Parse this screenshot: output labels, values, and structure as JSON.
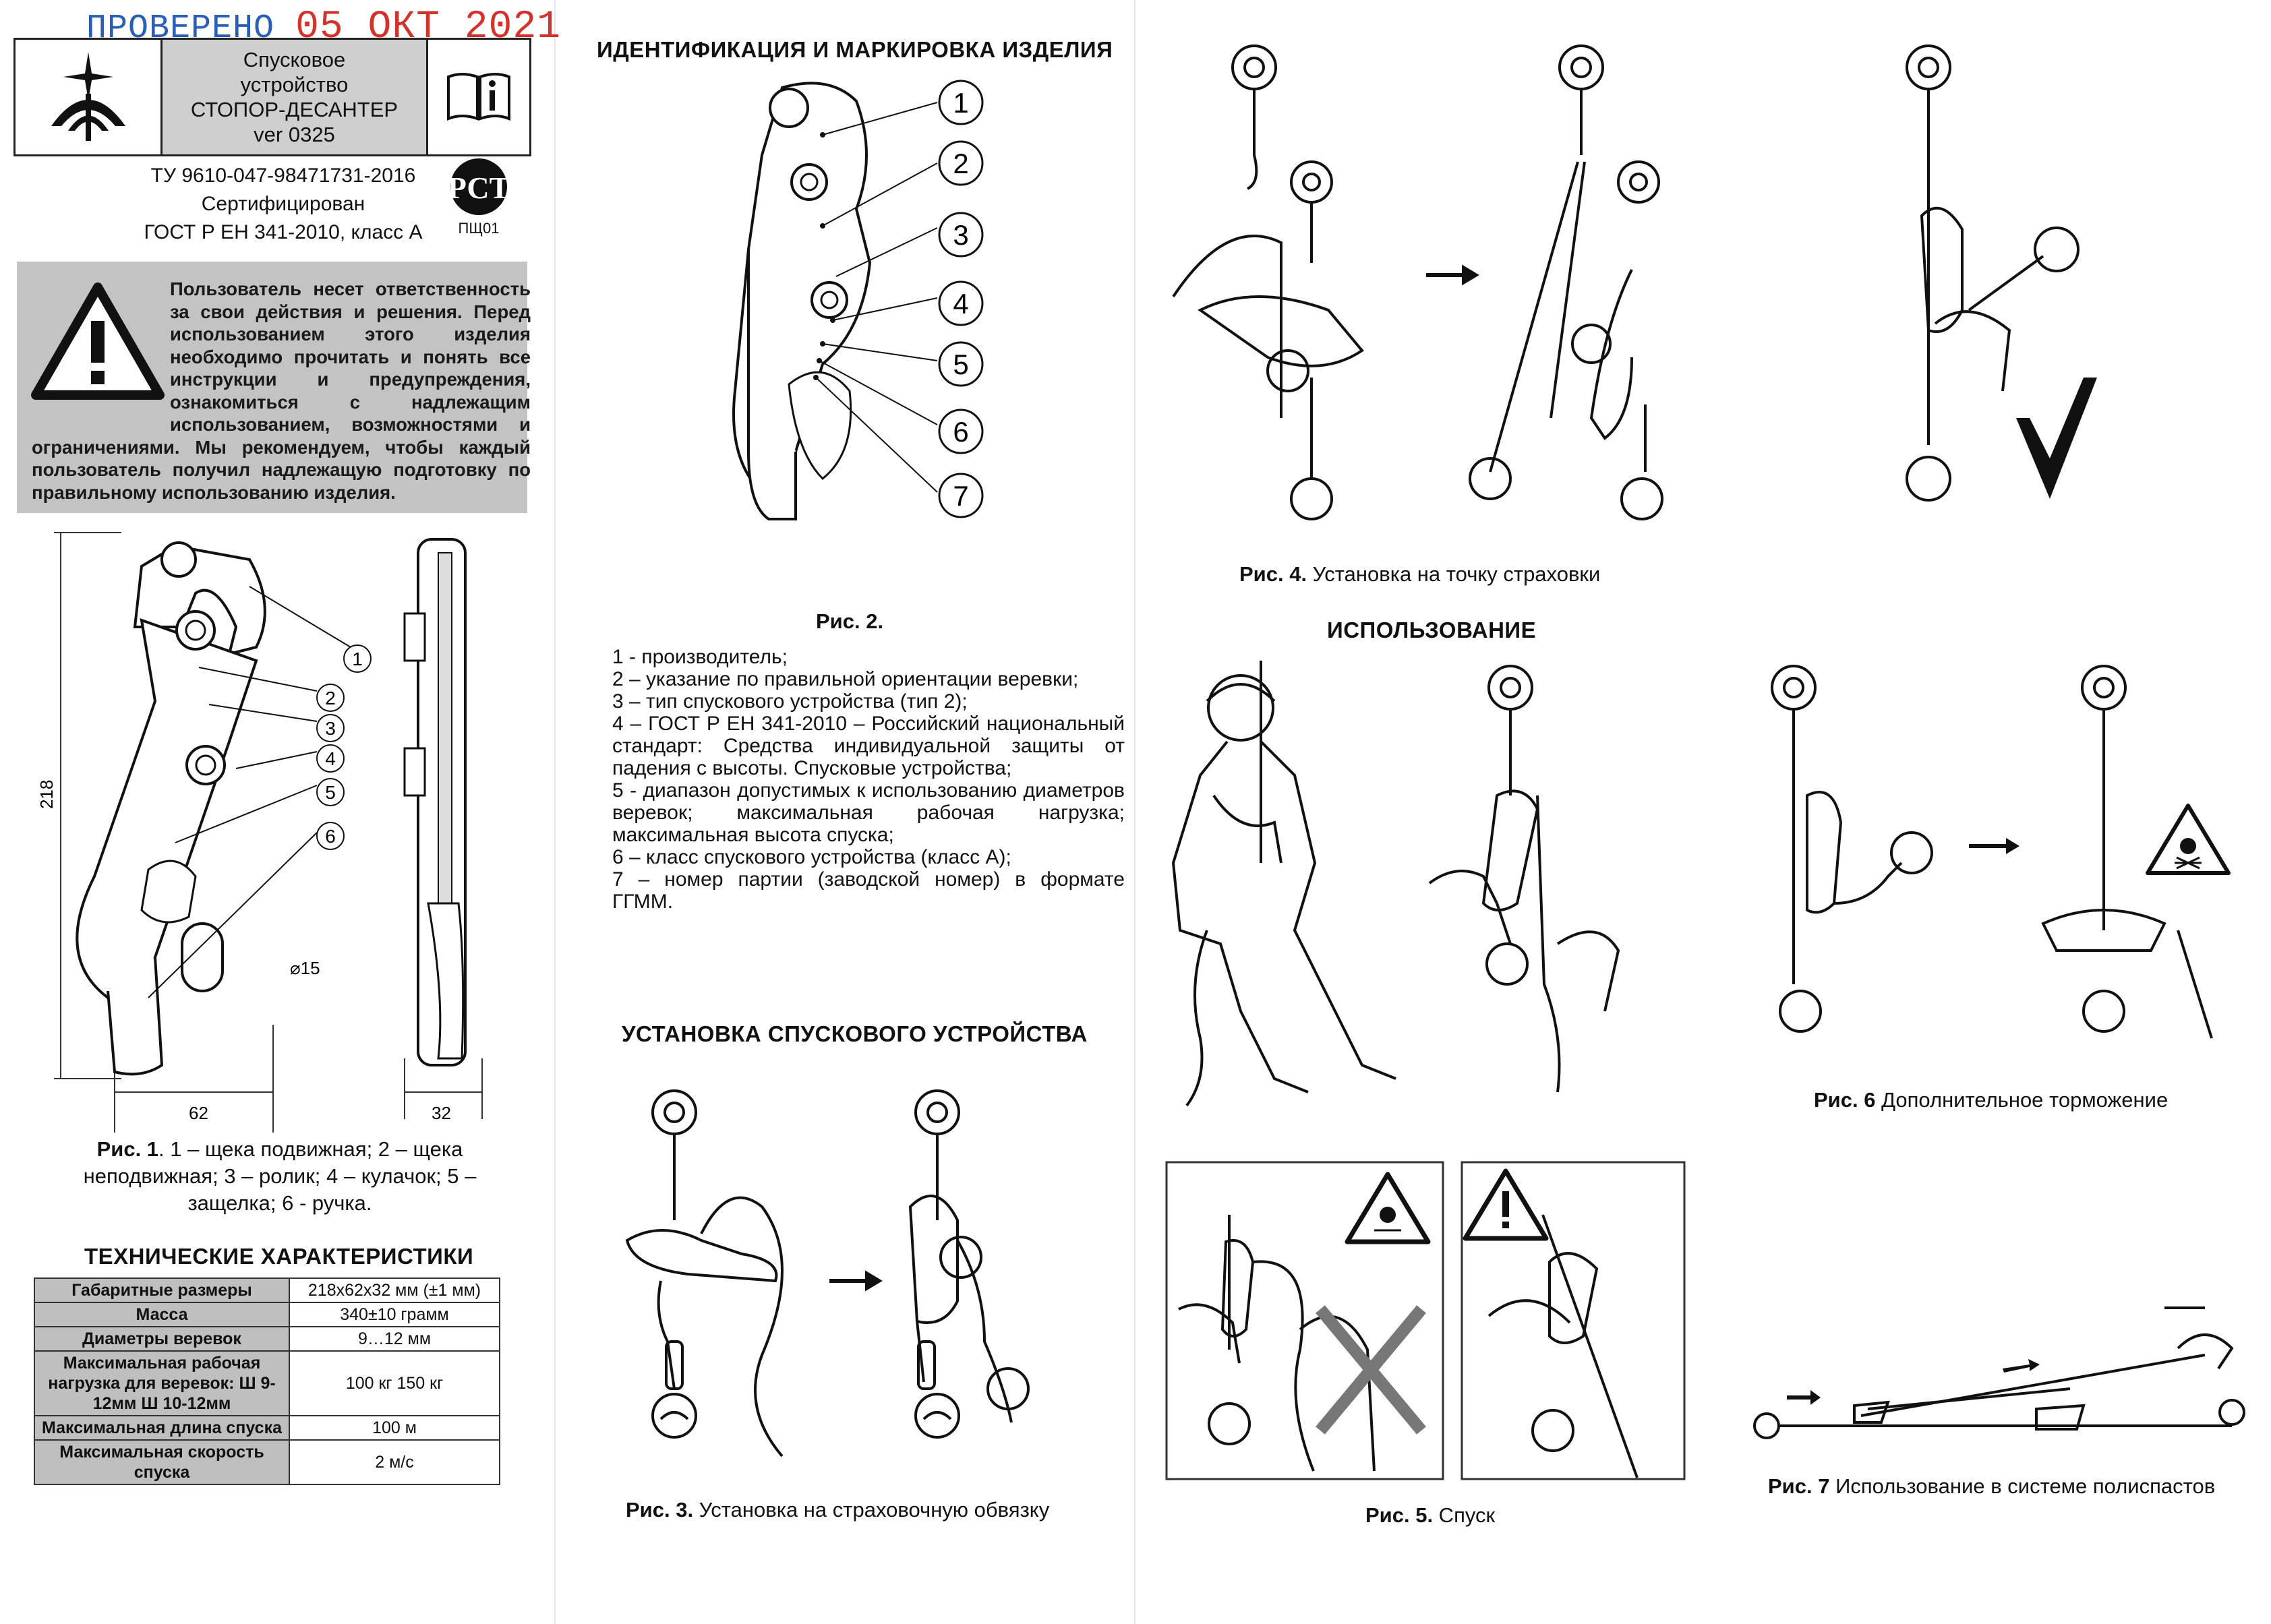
{
  "stamp": {
    "verified": "ПРОВЕРЕНО",
    "date": "05 ОКТ 2021"
  },
  "header": {
    "title_line1": "Спусковое",
    "title_line2": "устройство",
    "title_line3": "СТОПОР-ДЕСАНТЕР",
    "title_line4": "ver 0325",
    "info_icon": "manual-info-icon"
  },
  "certification": {
    "tu": "ТУ 9610-047-98471731-2016",
    "certified": "Сертифицирован",
    "gost": "ГОСТ Р ЕН 341-2010, класс А",
    "pct_mark": "РСТ",
    "pct_code": "ПЩ01"
  },
  "warning": {
    "text": "Пользователь несет ответственность за свои действия и решения. Перед использованием этого изделия необходимо прочитать и понять все инструкции и предупреждения, ознакомиться с надлежащим использованием, возможностями и ограничениями. Мы рекомендуем, чтобы каждый пользователь получил надлежащую подготовку по правильному использованию изделия."
  },
  "fig1": {
    "dims": {
      "height": "218",
      "width": "62",
      "depth": "32",
      "hole": "⌀15"
    },
    "callouts": [
      "1",
      "2",
      "3",
      "4",
      "5",
      "6"
    ],
    "caption_num": "Рис. 1",
    "caption_text": ". 1 – щека подвижная; 2 – щека неподвижная; 3 – ролик; 4 – кулачок; 5 – защелка; 6 - ручка."
  },
  "specs": {
    "heading": "ТЕХНИЧЕСКИЕ ХАРАКТЕРИСТИКИ",
    "rows": [
      {
        "k": "Габаритные размеры",
        "v": "218х62х32 мм (±1 мм)"
      },
      {
        "k": "Масса",
        "v": "340±10 грамм"
      },
      {
        "k": "Диаметры веревок",
        "v": "9…12 мм"
      },
      {
        "k": "Максимальная рабочая нагрузка для веревок: Ш 9-12мм Ш 10-12мм",
        "v": "100 кг 150 кг"
      },
      {
        "k": "Максимальная длина спуска",
        "v": "100 м"
      },
      {
        "k": "Максимальная скорость спуска",
        "v": "2 м/с"
      }
    ]
  },
  "ident": {
    "heading": "ИДЕНТИФИКАЦИЯ И МАРКИРОВКА ИЗДЕЛИЯ",
    "callouts": [
      "1",
      "2",
      "3",
      "4",
      "5",
      "6",
      "7"
    ],
    "caption": "Рис. 2.",
    "legend": [
      "1 - производитель;",
      "2 – указание по правильной ориентации веревки;",
      "3 – тип спускового устройства (тип 2);",
      "4 – ГОСТ Р ЕН 341-2010 – Российский национальный стандарт: Средства индивидуальной защиты от падения с высоты. Спусковые устройства;",
      "5 - диапазон допустимых к использованию диаметров веревок; максимальная рабочая нагрузка; максимальная высота спуска;",
      "6 – класс спускового устройства (класс А);",
      "7 – номер партии (заводской номер) в формате ГГММ."
    ]
  },
  "install": {
    "heading": "УСТАНОВКА СПУСКОВОГО УСТРОЙСТВА",
    "fig3_num": "Рис. 3.",
    "fig3_text": " Установка на страховочную обвязку"
  },
  "fig4": {
    "num": "Рис. 4.",
    "text": " Установка на точку страховки"
  },
  "usage": {
    "heading": "ИСПОЛЬЗОВАНИЕ"
  },
  "fig5": {
    "num": "Рис. 5.",
    "text": " Спуск"
  },
  "fig6": {
    "num": "Рис. 6",
    "text": " Дополнительное торможение"
  },
  "fig7": {
    "num": "Рис. 7",
    "text": " Использование в системе полиспастов"
  }
}
